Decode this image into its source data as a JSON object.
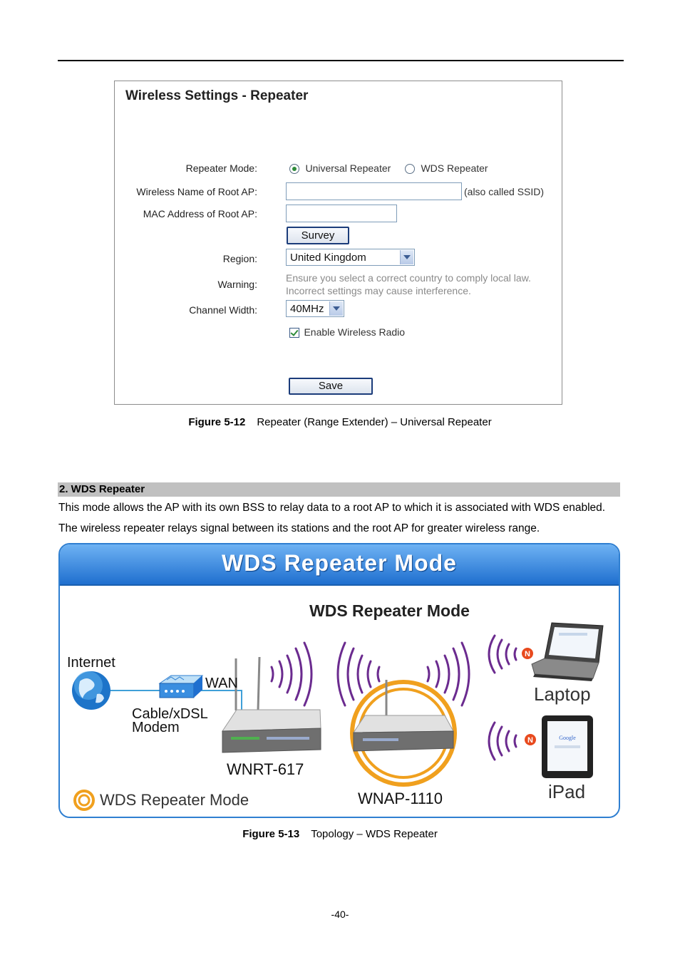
{
  "settings_panel": {
    "title": "Wireless Settings - Repeater",
    "repeater_mode_label": "Repeater Mode:",
    "mode_options": [
      "Universal Repeater",
      "WDS Repeater"
    ],
    "selected_mode": "Universal Repeater",
    "root_ap_name_label": "Wireless Name of Root AP:",
    "root_ap_name_value": "",
    "ssid_hint": "(also called SSID)",
    "mac_label": "MAC Address of Root AP:",
    "mac_value": "",
    "survey_button": "Survey",
    "region_label": "Region:",
    "region_value": "United Kingdom",
    "warning_label": "Warning:",
    "warning_line1": "Ensure you select a correct country to comply local law.",
    "warning_line2": "Incorrect settings may cause interference.",
    "channel_width_label": "Channel Width:",
    "channel_width_value": "40MHz",
    "enable_radio_label": "Enable Wireless Radio",
    "enable_radio_checked": true,
    "save_button": "Save"
  },
  "figure1_caption": {
    "number": "Figure 5-12",
    "text": "Repeater (Range Extender) – Universal Repeater"
  },
  "section": {
    "heading": "2. WDS Repeater",
    "para1": "This mode allows the AP with its own BSS to relay data to a root AP to which it is associated with WDS enabled.",
    "para2": "The wireless repeater relays signal between its stations and the root AP for greater wireless range."
  },
  "diagram": {
    "banner_title": "WDS Repeater Mode",
    "inner_title": "WDS Repeater Mode",
    "internet_label": "Internet",
    "wan_label": "WAN",
    "modem_label_line1": "Cable/xDSL",
    "modem_label_line2": "Modem",
    "router_label": "WNRT-617",
    "repeater_label": "WNAP-1110",
    "laptop_label": "Laptop",
    "ipad_label": "iPad",
    "legend_label": "WDS Repeater Mode",
    "badge_letter": "N",
    "tablet_brand": "Google",
    "colors": {
      "banner": "#2f7fd1",
      "waves": "#6b2b8f",
      "ring": "#f0a01e",
      "link": "#3fa0d8"
    }
  },
  "figure2_caption": {
    "number": "Figure 5-13",
    "text": "Topology – WDS Repeater"
  },
  "page_number": "-40-"
}
